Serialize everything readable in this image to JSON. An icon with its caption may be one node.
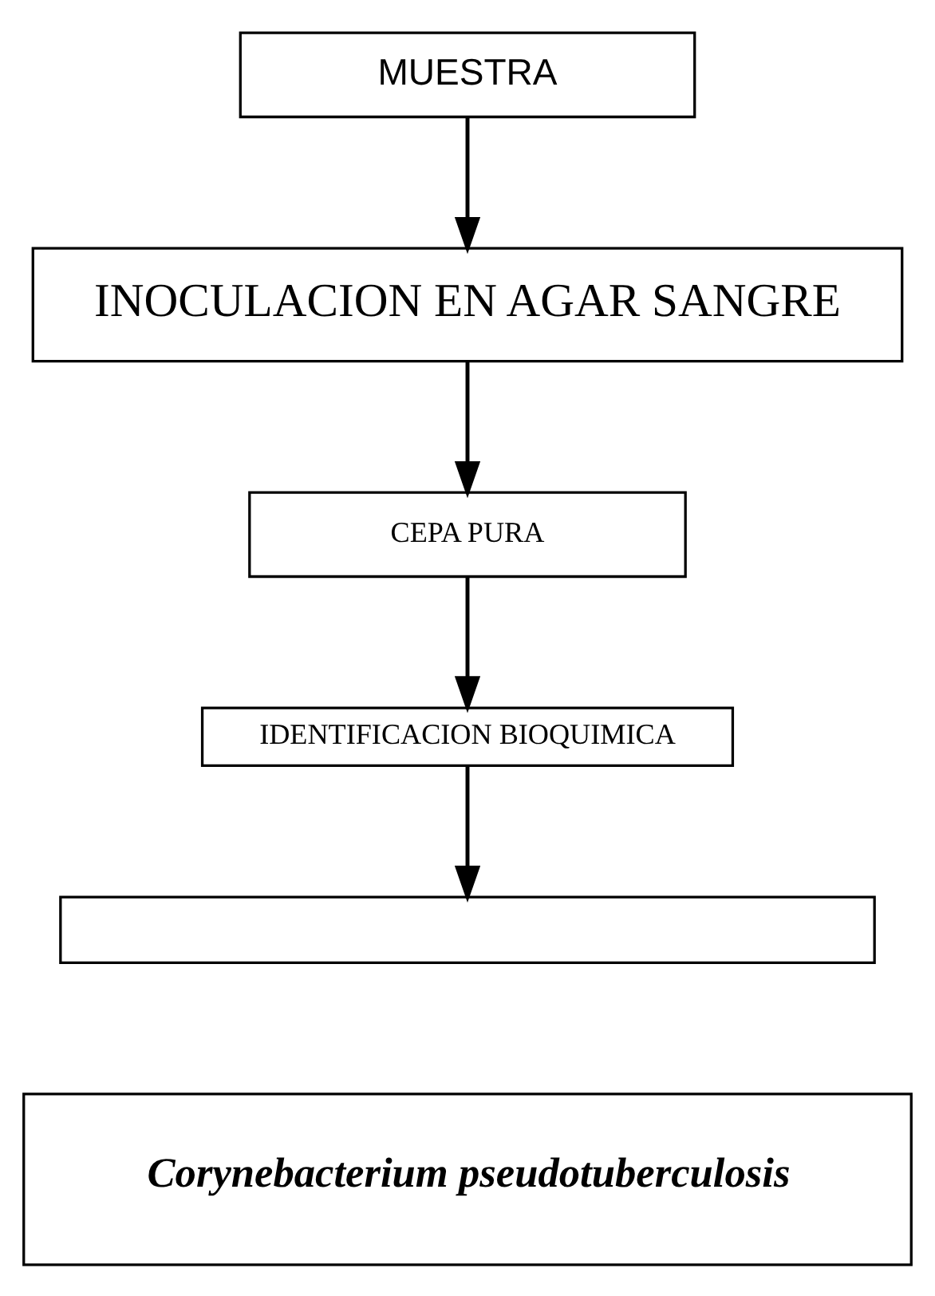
{
  "diagram": {
    "nodes": [
      {
        "text": [
          "MUESTRA"
        ]
      },
      {
        "text": [
          "INOCULACION EN AGAR SANGRE"
        ]
      },
      {
        "text": [
          "CEPA PURA"
        ]
      },
      {
        "text": [
          "IDENTIFICACION BIOQUIMICA"
        ]
      },
      {
        "text": [],
        "shape": "box"
      },
      {
        "text": [
          "Corynebacterium pseudotuberculosis"
        ]
      }
    ],
    "edges": [
      {
        "from": 0,
        "to": 1,
        "arrow": "to"
      },
      {
        "from": 1,
        "to": 2,
        "arrow": "to"
      },
      {
        "from": 2,
        "to": 3,
        "arrow": "to"
      },
      {
        "from": 3,
        "to": 4,
        "arrow": "to"
      }
    ]
  }
}
